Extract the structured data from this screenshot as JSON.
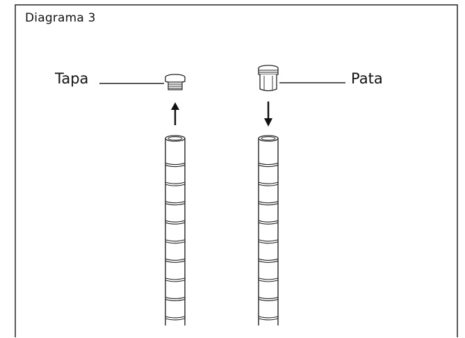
{
  "diagram": {
    "title": "Diagrama 3",
    "labels": {
      "cap": "Tapa",
      "foot": "Pata"
    },
    "colors": {
      "line": "#222222",
      "background": "#ffffff"
    }
  }
}
